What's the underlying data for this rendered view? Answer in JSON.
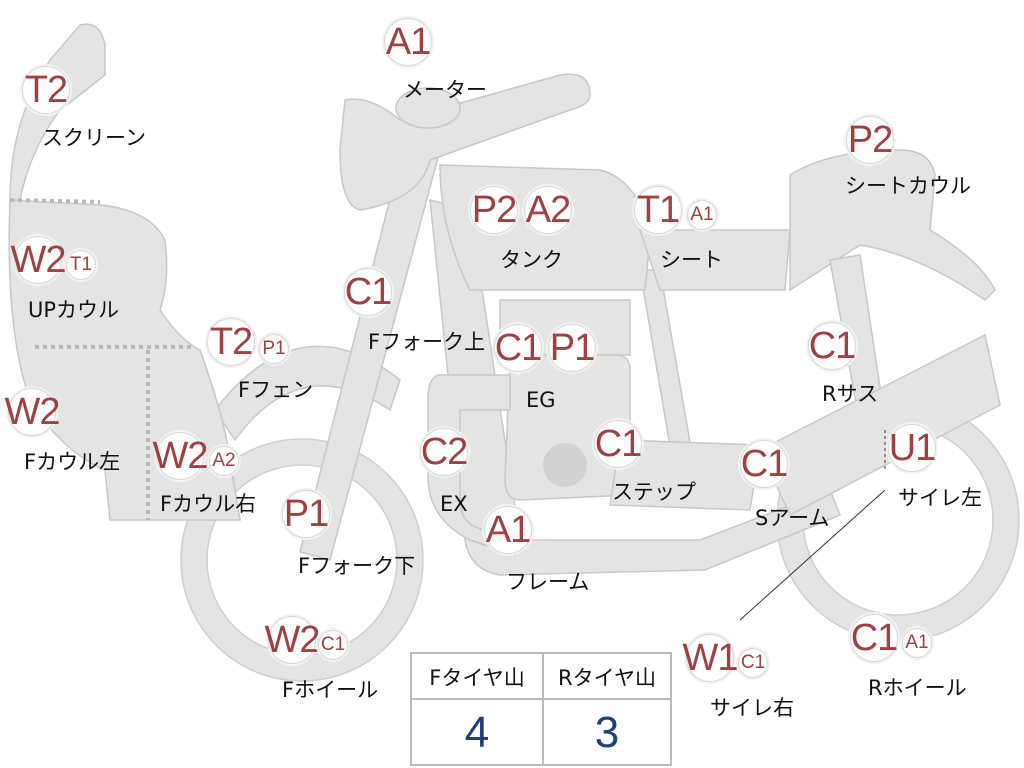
{
  "colors": {
    "part_fill": "#e4e4e2",
    "part_stroke": "#c8c8c6",
    "grade_text": "#a04040",
    "value_text": "#1f3f7a",
    "dotted_line": "#b8b8b8"
  },
  "parts": [
    {
      "id": "screen",
      "label": "スクリーン",
      "grade": "T2",
      "sub": ""
    },
    {
      "id": "meter",
      "label": "メーター",
      "grade": "A1",
      "sub": ""
    },
    {
      "id": "tank",
      "label": "タンク",
      "grade": "P2",
      "grade2": "A2"
    },
    {
      "id": "seat",
      "label": "シート",
      "grade": "T1",
      "sub": "A1"
    },
    {
      "id": "seat-cowl",
      "label": "シートカウル",
      "grade": "P2",
      "sub": ""
    },
    {
      "id": "up-cowl",
      "label": "UPカウル",
      "grade": "W2",
      "sub": "T1"
    },
    {
      "id": "f-fork-upper",
      "label": "Fフォーク上",
      "grade": "C1",
      "sub": ""
    },
    {
      "id": "f-fender",
      "label": "Fフェン",
      "grade": "T2",
      "sub": "P1"
    },
    {
      "id": "engine",
      "label": "EG",
      "grade": "C1",
      "grade2": "P1"
    },
    {
      "id": "r-suspension",
      "label": "Rサス",
      "grade": "C1",
      "sub": ""
    },
    {
      "id": "f-cowl-left",
      "label": "Fカウル左",
      "grade": "W2",
      "sub": ""
    },
    {
      "id": "f-cowl-right",
      "label": "Fカウル右",
      "grade": "W2",
      "sub": "A2"
    },
    {
      "id": "exhaust",
      "label": "EX",
      "grade": "C2",
      "sub": ""
    },
    {
      "id": "step",
      "label": "ステップ",
      "grade": "C1",
      "sub": ""
    },
    {
      "id": "s-arm",
      "label": "Sアーム",
      "grade": "C1",
      "sub": ""
    },
    {
      "id": "side-cover-left",
      "label": "サイレ左",
      "grade": "U1",
      "sub": ""
    },
    {
      "id": "f-fork-lower",
      "label": "Fフォーク下",
      "grade": "P1",
      "sub": ""
    },
    {
      "id": "frame",
      "label": "フレーム",
      "grade": "A1",
      "sub": ""
    },
    {
      "id": "f-wheel",
      "label": "Fホイール",
      "grade": "W2",
      "sub": "C1"
    },
    {
      "id": "side-cover-right",
      "label": "サイレ右",
      "grade": "W1",
      "sub": "C1"
    },
    {
      "id": "r-wheel",
      "label": "Rホイール",
      "grade": "C1",
      "sub": "A1"
    }
  ],
  "tire_table": {
    "front_header": "Fタイヤ山",
    "rear_header": "Rタイヤ山",
    "front_value": "4",
    "rear_value": "3"
  }
}
